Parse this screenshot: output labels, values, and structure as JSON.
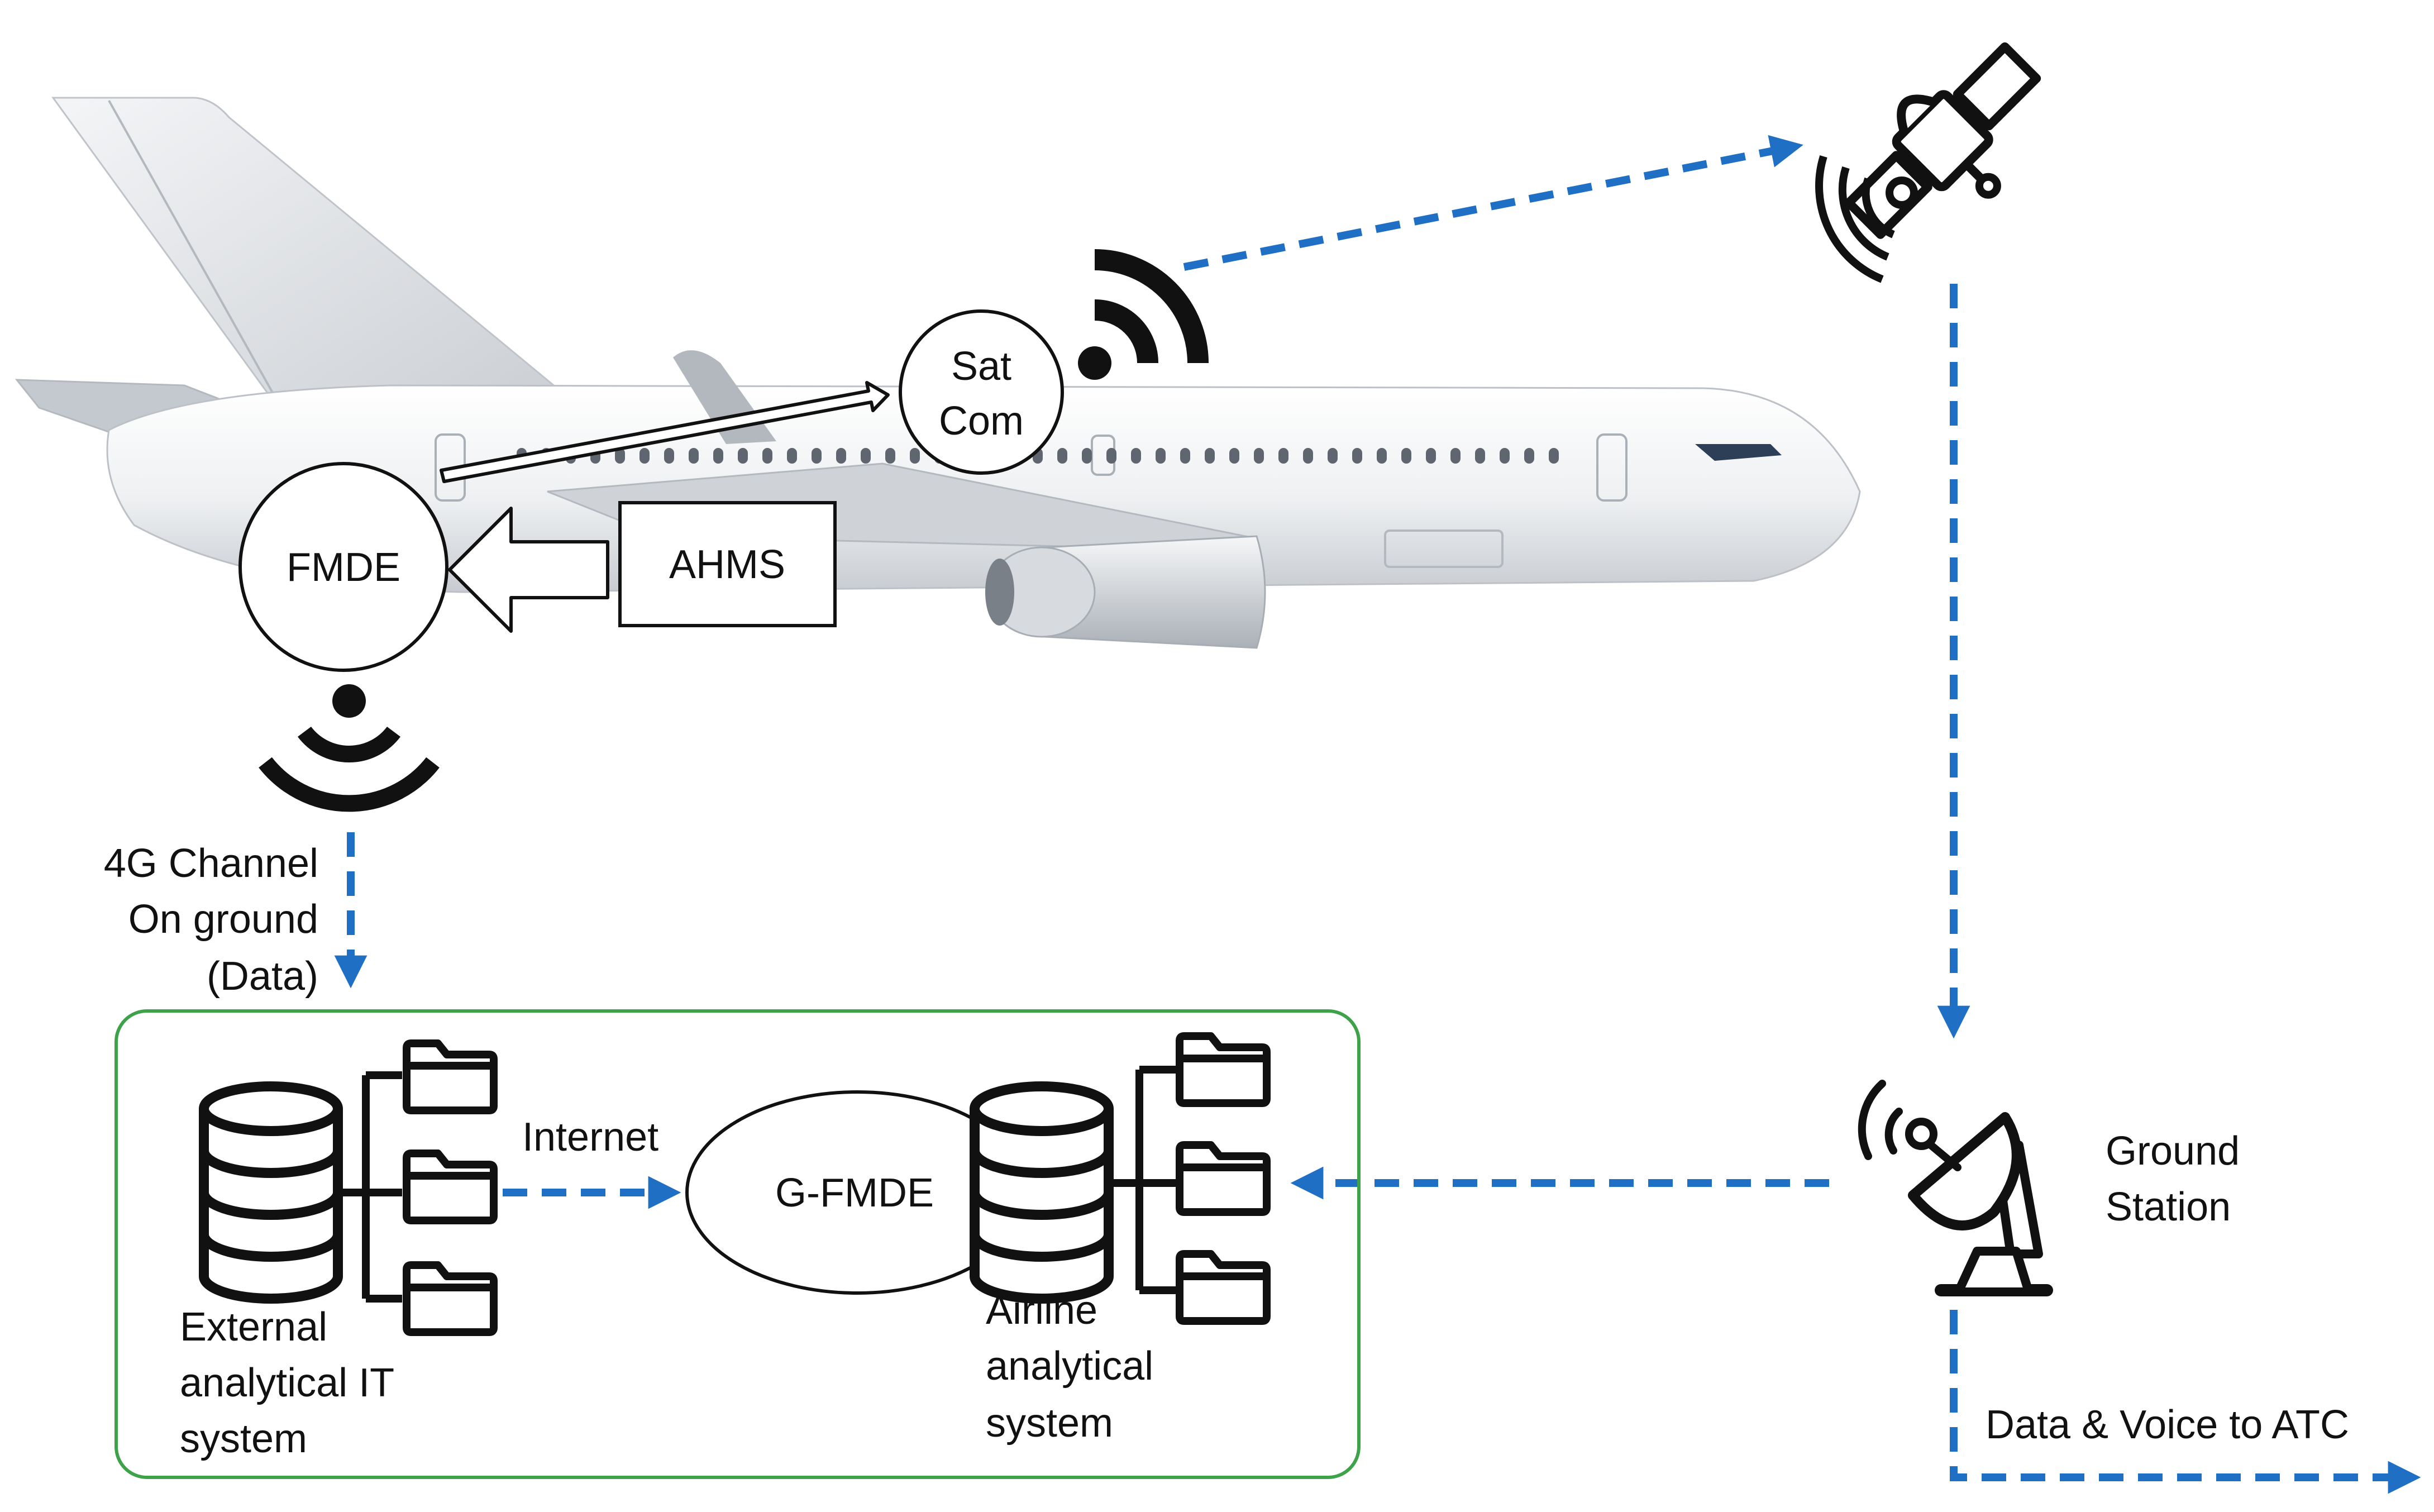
{
  "colors": {
    "link_blue": "#1f6fc4",
    "ground_box": "#3da24a",
    "ink": "#111111",
    "fuselage": "#eef0f2",
    "wing": "#c9cdd2"
  },
  "aircraft": {
    "satcom_label_line1": "Sat",
    "satcom_label_line2": "Com",
    "fmde_label": "FMDE",
    "ahms_label": "AHMS"
  },
  "links": {
    "ground_channel_line1": "4G Channel",
    "ground_channel_line2": "On ground",
    "ground_channel_line3": "(Data)",
    "internet_label": "Internet",
    "atc_label": "Data & Voice to ATC"
  },
  "ground_station": {
    "label_line1": "Ground",
    "label_line2": "Station"
  },
  "ground_system": {
    "gfmde_label": "G-FMDE",
    "external_line1": "External",
    "external_line2": "analytical IT",
    "external_line3": "system",
    "airline_line1": "Airline",
    "airline_line2": "analytical",
    "airline_line3": "system"
  },
  "icons": {
    "satellite": "satellite-icon",
    "ground_antenna": "satellite-dish-icon",
    "wifi": "wifi-signal-icon",
    "database": "database-icon",
    "folder": "folder-icon"
  }
}
